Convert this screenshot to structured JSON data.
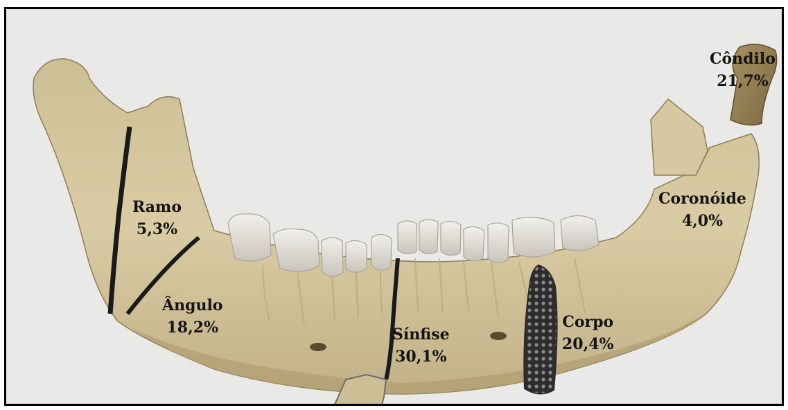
{
  "regions": [
    {
      "id": "condilo",
      "name": "Côndilo",
      "percent": "21,7%"
    },
    {
      "id": "coronoide",
      "name": "Coronóide",
      "percent": "4,0%"
    },
    {
      "id": "ramo",
      "name": "Ramo",
      "percent": "5,3%"
    },
    {
      "id": "angulo",
      "name": "Ângulo",
      "percent": "18,2%"
    },
    {
      "id": "sinfise",
      "name": "Sínfise",
      "percent": "30,1%"
    },
    {
      "id": "corpo",
      "name": "Corpo",
      "percent": "20,4%"
    }
  ],
  "colors": {
    "background": "#e9e9e7",
    "bone": "#d8c9a0",
    "bone_shadow": "#a8946a",
    "teeth": "#e4e1da",
    "fracture": "#1a1a1a",
    "text": "#141414"
  }
}
